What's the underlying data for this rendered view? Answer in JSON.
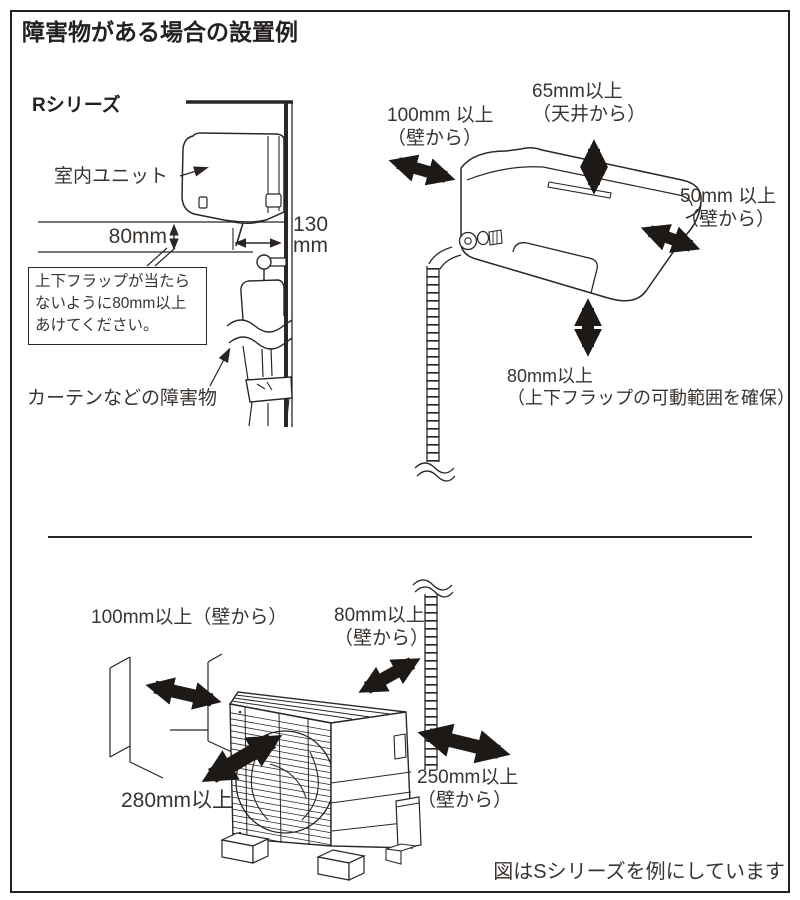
{
  "page": {
    "title": "障害物がある場合の設置例",
    "footer_note": "図はSシリーズを例にしています"
  },
  "indoor_section": {
    "series_label": "Rシリーズ",
    "unit_label": "室内ユニット",
    "bottom_gap": "80mm",
    "wall_depth": "130\nmm",
    "flap_note": "上下フラップが当たら\nないように80mm以上\nあけてください。",
    "obstacle_label": "カーテンなどの障害物",
    "clearances": {
      "left": "100mm 以上\n（壁から）",
      "top": "65mm以上\n（天井から）",
      "right": "50mm 以上\n（壁から）",
      "bottom": "80mm以上\n（上下フラップの可動範囲を確保）"
    }
  },
  "outdoor_section": {
    "clearances": {
      "left": "100mm以上（壁から）",
      "back": "80mm以上\n（壁から）",
      "front": "280mm以上",
      "right": "250mm以上\n（壁から）"
    }
  }
}
